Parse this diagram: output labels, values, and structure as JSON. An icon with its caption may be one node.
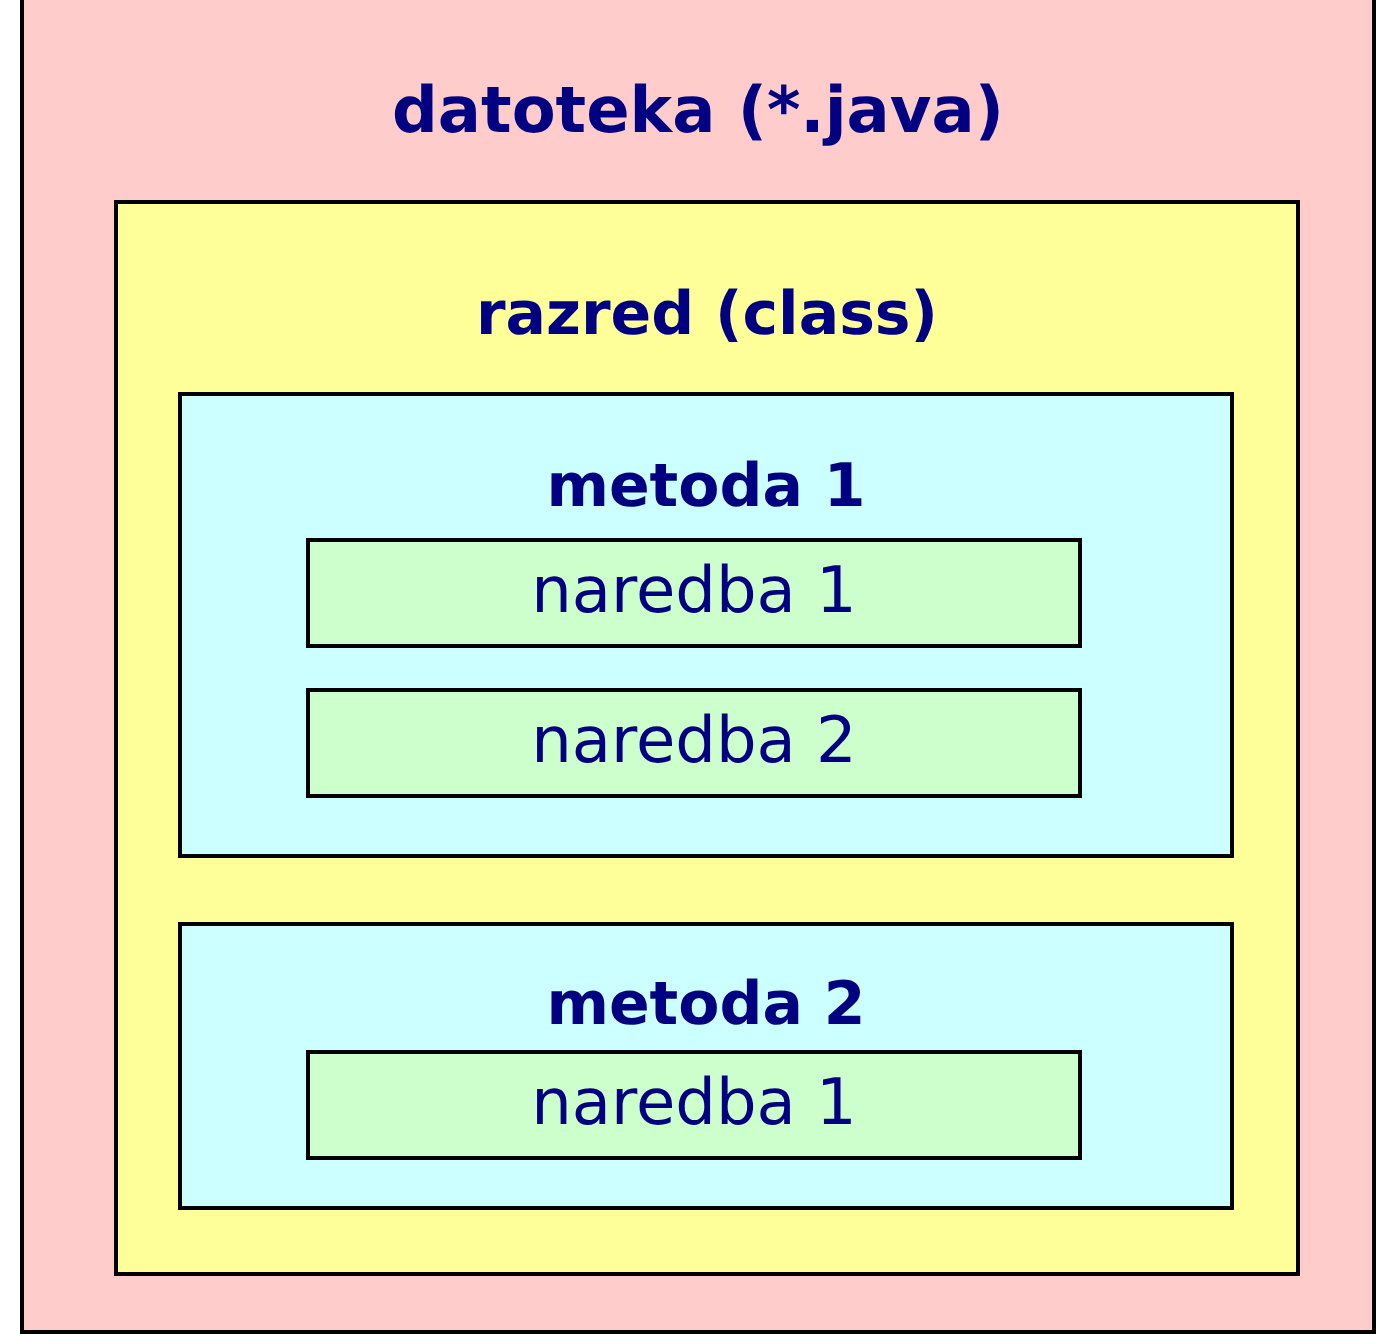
{
  "diagram": {
    "nodes": [
      {
        "text": [
          "datoteka (*.java)"
        ]
      },
      {
        "text": [
          "razred (class)"
        ],
        "in": 0
      },
      {
        "text": [
          "metoda 1"
        ],
        "in": 1
      },
      {
        "text": [
          "naredba 1"
        ],
        "in": 2
      },
      {
        "text": [
          "naredba 2"
        ],
        "in": 2
      },
      {
        "text": [
          "metoda 2"
        ],
        "in": 1
      },
      {
        "text": [
          "naredba 1"
        ],
        "in": 5
      }
    ]
  }
}
